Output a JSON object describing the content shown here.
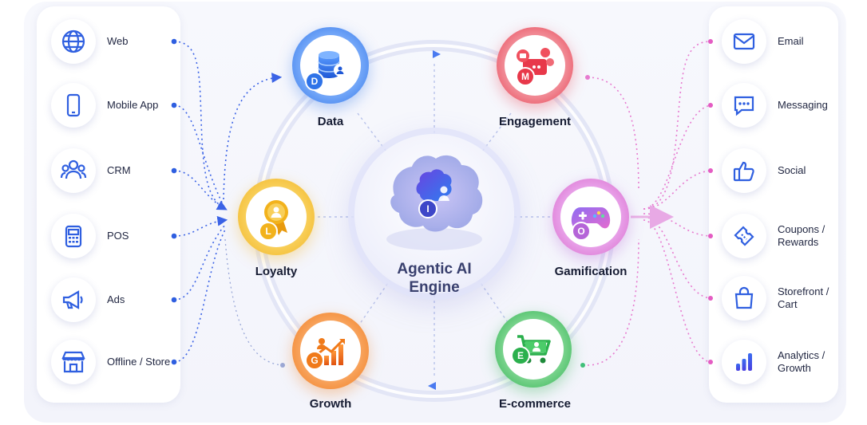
{
  "title": "Agentic AI Engine",
  "engine": {
    "line1": "Agentic AI",
    "line2": "Engine",
    "badge": "I"
  },
  "sources": [
    {
      "label": "Web",
      "icon": "globe-icon"
    },
    {
      "label": "Mobile App",
      "icon": "smartphone-icon"
    },
    {
      "label": "CRM",
      "icon": "users-icon"
    },
    {
      "label": "POS",
      "icon": "pos-terminal-icon"
    },
    {
      "label": "Ads",
      "icon": "megaphone-icon"
    },
    {
      "label": "Offline / Store",
      "icon": "storefront-icon"
    }
  ],
  "modules": [
    {
      "label": "Data",
      "badge": "D",
      "icon": "database-icon",
      "color": "#2f73e8"
    },
    {
      "label": "Engagement",
      "badge": "M",
      "icon": "chat-bubbles-icon",
      "color": "#e8384a"
    },
    {
      "label": "Gamification",
      "badge": "O",
      "icon": "gamepad-icon",
      "color": "#b564d8"
    },
    {
      "label": "E-commerce",
      "badge": "E",
      "icon": "shopping-cart-icon",
      "color": "#2bb04d"
    },
    {
      "label": "Growth",
      "badge": "G",
      "icon": "growth-chart-icon",
      "color": "#f07a1a"
    },
    {
      "label": "Loyalty",
      "badge": "L",
      "icon": "medal-icon",
      "color": "#f2b21c"
    }
  ],
  "channels": [
    {
      "label_lines": [
        "Email"
      ],
      "icon": "envelope-icon"
    },
    {
      "label_lines": [
        "Messaging"
      ],
      "icon": "message-dots-icon"
    },
    {
      "label_lines": [
        "Social"
      ],
      "icon": "thumbs-up-icon"
    },
    {
      "label_lines": [
        "Coupons /",
        "Rewards"
      ],
      "icon": "coupon-icon"
    },
    {
      "label_lines": [
        "Storefront /",
        "Cart"
      ],
      "icon": "shopping-bag-icon"
    },
    {
      "label_lines": [
        "Analytics /",
        "Growth"
      ],
      "icon": "bar-chart-icon"
    }
  ],
  "colors": {
    "accent": "#2f5fe0",
    "left_connector": "#3b63e6",
    "right_connector": "#e77bd0",
    "ring": "#e3e6f6"
  }
}
